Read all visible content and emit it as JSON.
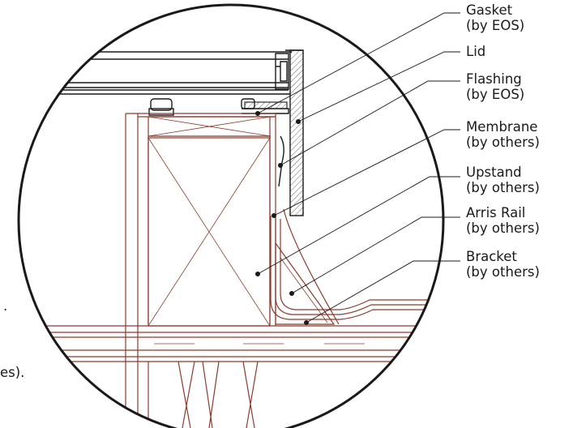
{
  "callouts": [
    {
      "name": "Gasket",
      "note": "(by EOS)"
    },
    {
      "name": "Lid",
      "note": ""
    },
    {
      "name": "Flashing",
      "note": "(by EOS)"
    },
    {
      "name": "Membrane",
      "note": "(by others)"
    },
    {
      "name": "Upstand",
      "note": "(by others)"
    },
    {
      "name": "Arris Rail",
      "note": "(by others)"
    },
    {
      "name": "Bracket",
      "note": "(by others)"
    }
  ],
  "edge_fragments": [
    ".",
    "es)."
  ],
  "colors": {
    "timber": "#8b3a2b",
    "ink": "#1a1a1a",
    "hatch": "#555555"
  }
}
